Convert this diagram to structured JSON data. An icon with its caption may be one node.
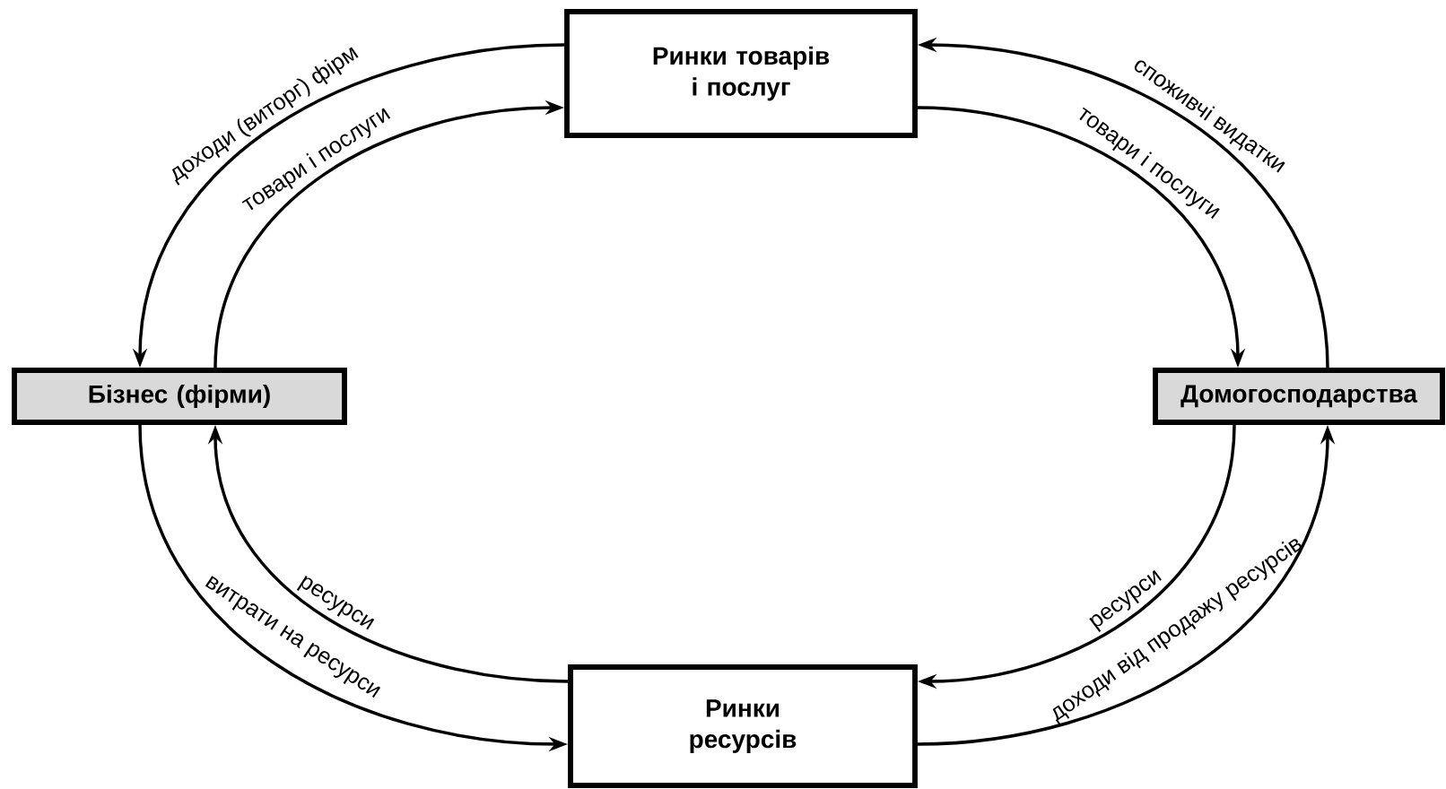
{
  "diagram": {
    "nodes": [
      {
        "text": [
          "Ринки товарів і послуг"
        ]
      },
      {
        "text": [
          "Бізнес (фірми)"
        ]
      },
      {
        "text": [
          "Домогосподарства"
        ]
      },
      {
        "text": [
          "Ринки ресурсів"
        ]
      }
    ],
    "edges": [
      {
        "from": 0,
        "to": 1,
        "arrow": "to",
        "label": "доходи (виторг) фірм"
      },
      {
        "from": 1,
        "to": 0,
        "arrow": "to",
        "label": "товари і послуги"
      },
      {
        "from": 2,
        "to": 0,
        "arrow": "to",
        "label": "споживчі видатки"
      },
      {
        "from": 0,
        "to": 2,
        "arrow": "to",
        "label": "товари і послуги"
      },
      {
        "from": 3,
        "to": 1,
        "arrow": "to",
        "label": "ресурси"
      },
      {
        "from": 1,
        "to": 3,
        "arrow": "to",
        "label": "витрати на ресурси"
      },
      {
        "from": 2,
        "to": 3,
        "arrow": "to",
        "label": "ресурси"
      },
      {
        "from": 3,
        "to": 2,
        "arrow": "to",
        "label": "доходи від продажу ресурсів"
      }
    ]
  }
}
